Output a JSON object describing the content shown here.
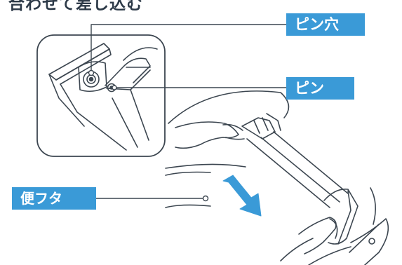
{
  "title_fragment": "合わせて差し込む",
  "labels": {
    "pin_hole": "ピン穴",
    "pin": "ピン",
    "toilet_lid": "便フタ"
  },
  "colors": {
    "label_fill": "#3a9ad7",
    "label_text": "#ffffff",
    "line_art": "#3c4650",
    "arrow": "#3a9ad7"
  }
}
